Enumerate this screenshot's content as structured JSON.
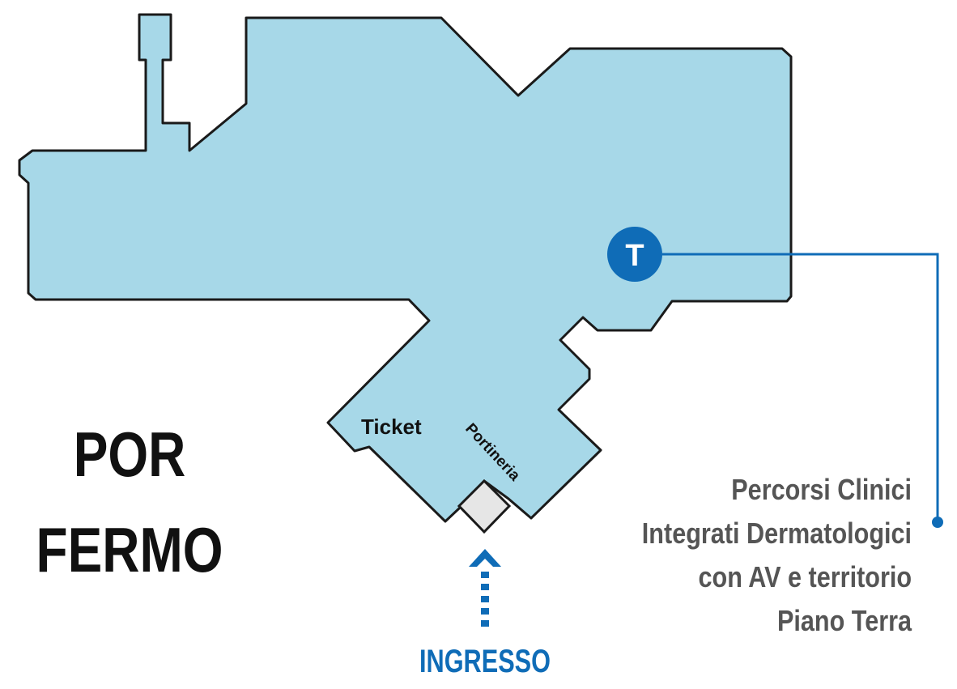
{
  "map": {
    "title_line1": "POR",
    "title_line2": "FERMO",
    "marker": {
      "letter": "T",
      "color": "#0f6cb7"
    },
    "rooms": {
      "ticket": "Ticket",
      "portineria": "Portineria"
    },
    "entrance": {
      "label": "INGRESSO",
      "color": "#0f6cb7"
    },
    "legend": {
      "line1": "Percorsi Clinici",
      "line2": "Integrati Dermatologici",
      "line3": "con AV e territorio",
      "line4": "Piano Terra"
    },
    "colors": {
      "floor": "#a7d8e8",
      "outline": "#1a1a1a",
      "booth": "#e6e6e6",
      "leader": "#0f6cb7"
    }
  }
}
